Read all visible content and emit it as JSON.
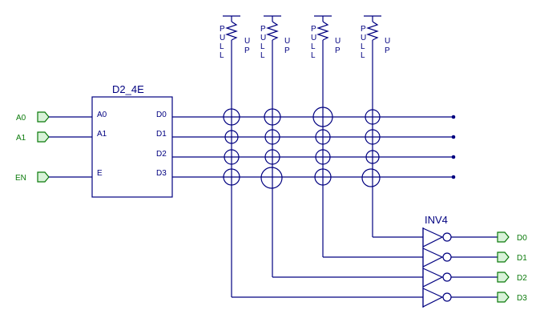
{
  "decoder": {
    "title": "D2_4E",
    "inputs": [
      "A0",
      "A1",
      "E"
    ],
    "outputs": [
      "D0",
      "D1",
      "D2",
      "D3"
    ]
  },
  "input_ports": [
    "A0",
    "A1",
    "EN"
  ],
  "pullups": {
    "letters_left": [
      "P",
      "U",
      "L",
      "L"
    ],
    "letters_right": [
      "U",
      "P"
    ]
  },
  "inverter": {
    "title": "INV4"
  },
  "output_ports": [
    "D0",
    "D1",
    "D2",
    "D3"
  ],
  "colors": {
    "wire": "#000080",
    "port": "#0a7a0a",
    "port_fill": "#d8f2d8"
  }
}
